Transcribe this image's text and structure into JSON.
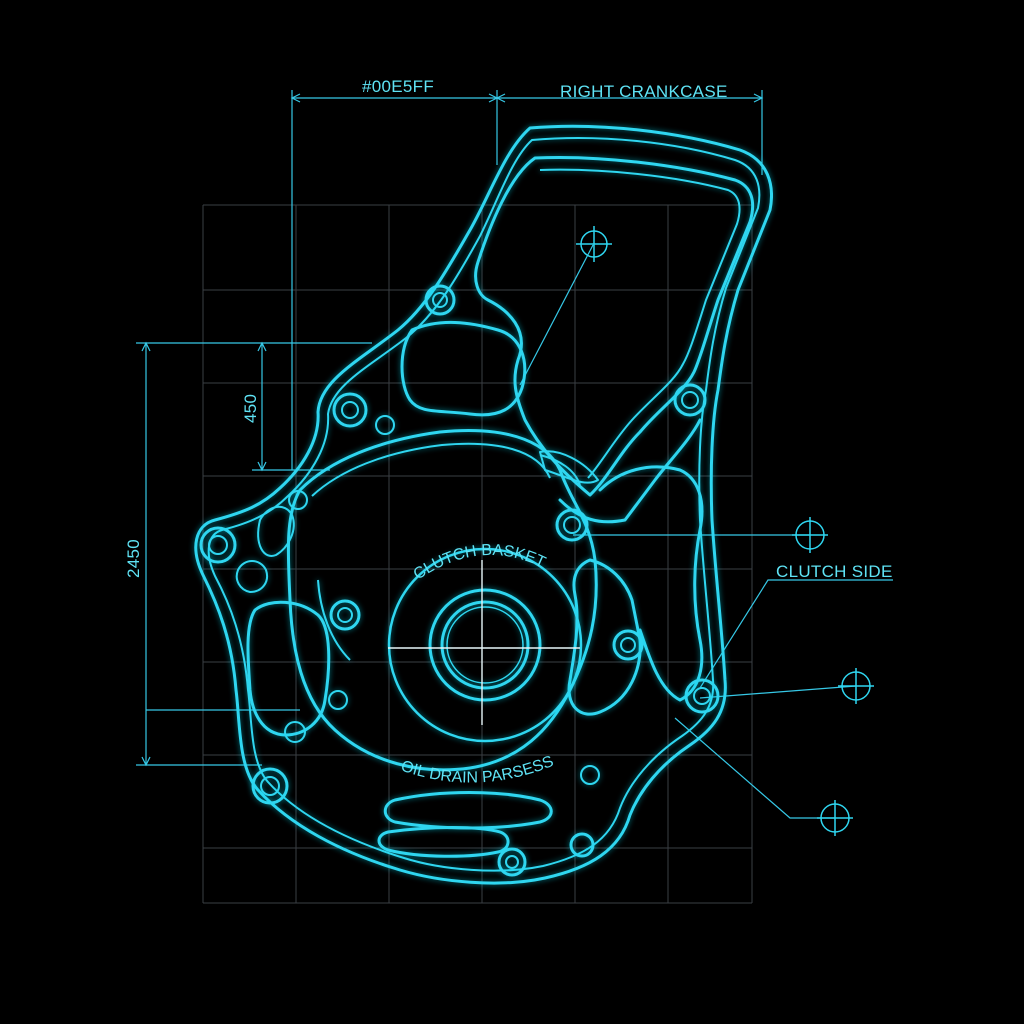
{
  "diagram": {
    "background_color": "#000000",
    "line_color": "#2fd6f0",
    "labels": {
      "color_code": "#00E5FF",
      "title": "RIGHT CRANKCASE",
      "side": "CLUTCH SIDE",
      "clutch": "CLUTCH BASKET",
      "oil": "OIL DRAIN PARSESS"
    },
    "dimensions": {
      "height_outer": "2450",
      "height_inner": "450"
    }
  }
}
